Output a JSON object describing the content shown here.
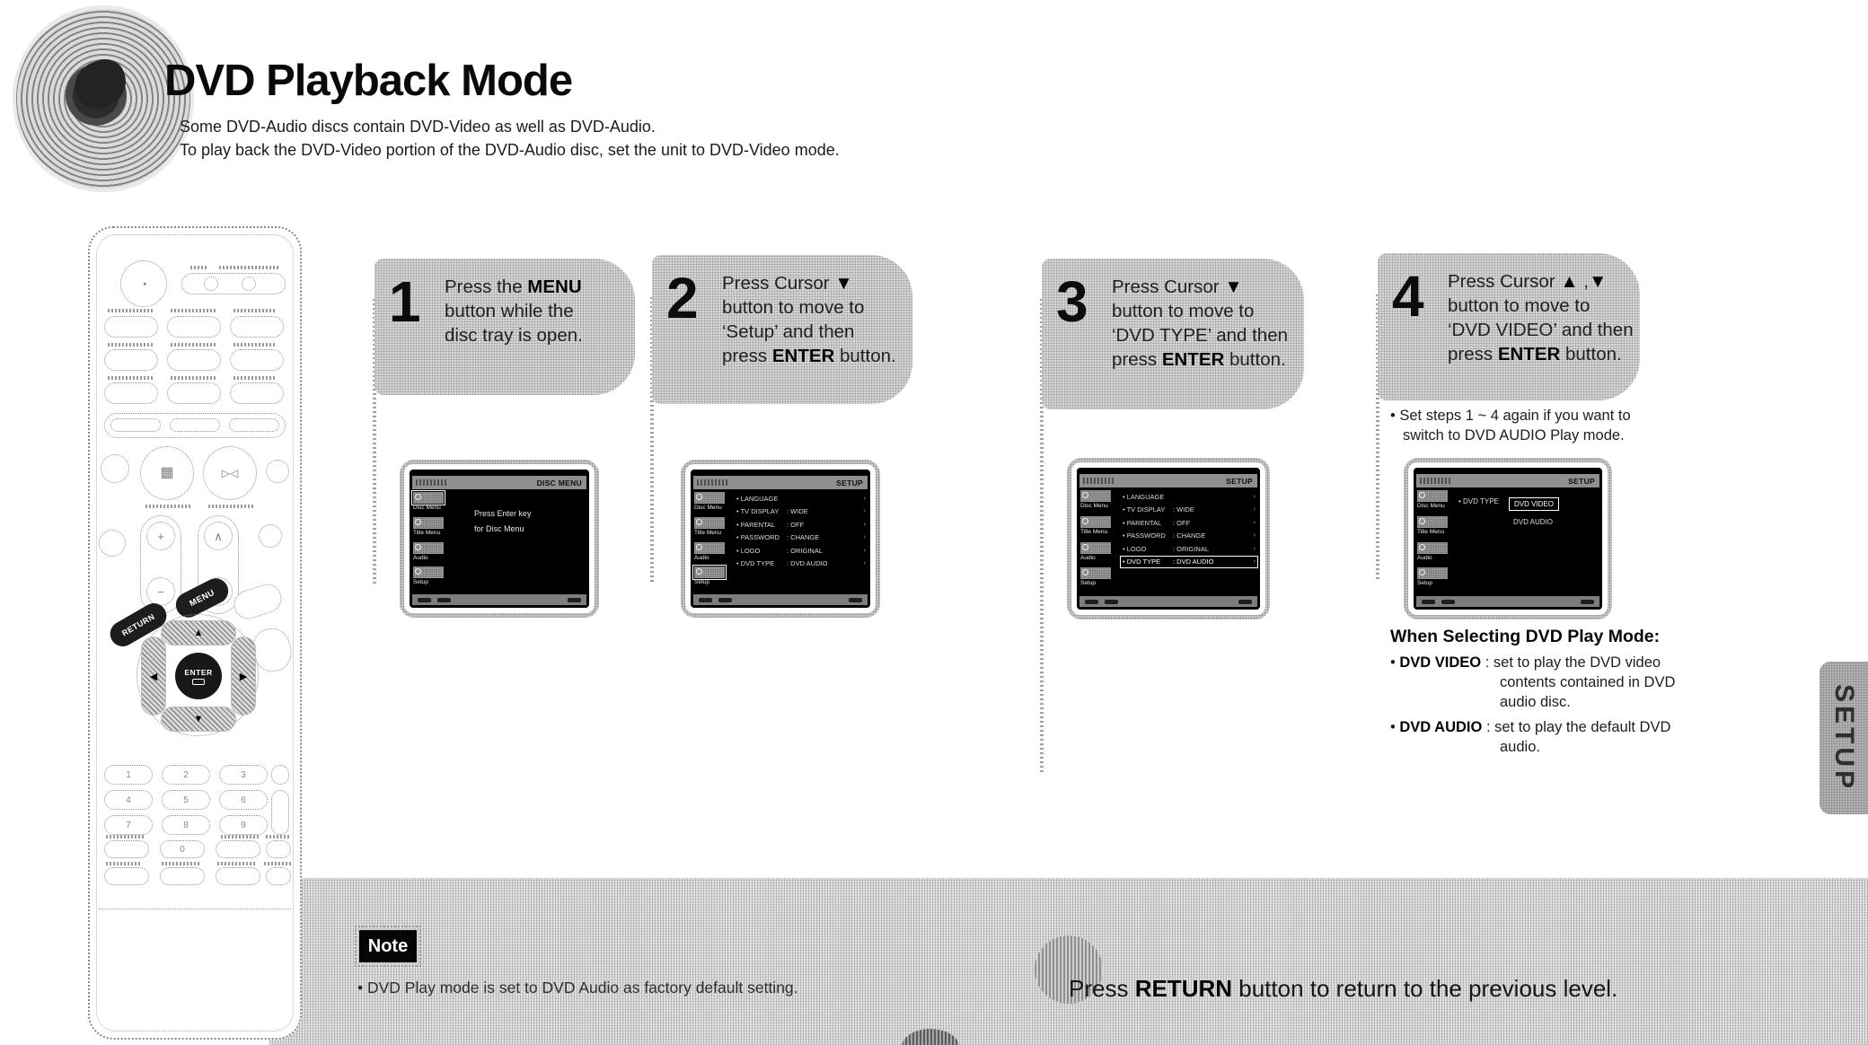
{
  "header": {
    "title": "DVD Playback Mode",
    "subtitle1": "Some DVD-Audio discs contain DVD-Video as well as DVD-Audio.",
    "subtitle2": "To play back the DVD-Video portion of the DVD-Audio disc, set the unit to DVD-Video mode."
  },
  "steps": [
    {
      "number": "1",
      "lines": [
        [
          {
            "t": "Press the "
          },
          {
            "t": "MENU",
            "b": true
          }
        ],
        [
          {
            "t": "button while the"
          }
        ],
        [
          {
            "t": "disc tray is open."
          }
        ]
      ]
    },
    {
      "number": "2",
      "lines": [
        [
          {
            "t": "Press Cursor "
          },
          {
            "t": "▼",
            "b": true
          }
        ],
        [
          {
            "t": "button to move to"
          }
        ],
        [
          {
            "t": "‘Setup’ and then"
          }
        ],
        [
          {
            "t": "press "
          },
          {
            "t": "ENTER",
            "b": true
          },
          {
            "t": " button."
          }
        ]
      ]
    },
    {
      "number": "3",
      "lines": [
        [
          {
            "t": "Press Cursor "
          },
          {
            "t": "▼",
            "b": true
          }
        ],
        [
          {
            "t": "button to move to"
          }
        ],
        [
          {
            "t": "‘DVD TYPE’ and then"
          }
        ],
        [
          {
            "t": "press "
          },
          {
            "t": "ENTER",
            "b": true
          },
          {
            "t": " button."
          }
        ]
      ]
    },
    {
      "number": "4",
      "lines": [
        [
          {
            "t": "Press Cursor "
          },
          {
            "t": "▲",
            "b": true
          },
          {
            "t": " ,"
          },
          {
            "t": "▼",
            "b": true
          }
        ],
        [
          {
            "t": "button to move to"
          }
        ],
        [
          {
            "t": "‘DVD VIDEO’ and then"
          }
        ],
        [
          {
            "t": "press "
          },
          {
            "t": "ENTER",
            "b": true
          },
          {
            "t": " button."
          }
        ]
      ]
    }
  ],
  "step4_note": [
    {
      "t": "• Set steps 1 ~ 4 again if you want to switch to DVD AUDIO Play mode."
    }
  ],
  "screens": {
    "sidebar_labels": [
      "Disc Menu",
      "Title Menu",
      "Audio",
      "Setup"
    ],
    "disc_menu": {
      "header_label": "DISC MENU",
      "line1": "Press Enter key",
      "line2": "for Disc Menu"
    },
    "setup_header_label": "SETUP",
    "setup_rows": [
      {
        "name": "LANGUAGE",
        "value": ""
      },
      {
        "name": "TV DISPLAY",
        "value": "WIDE"
      },
      {
        "name": "PARENTAL",
        "value": "OFF"
      },
      {
        "name": "PASSWORD",
        "value": "CHANGE"
      },
      {
        "name": "LOGO",
        "value": "ORIGINAL"
      },
      {
        "name": "DVD TYPE",
        "value": "DVD AUDIO"
      }
    ],
    "dvd_type": {
      "row_name": "DVD TYPE",
      "options": [
        "DVD VIDEO",
        "DVD AUDIO"
      ]
    }
  },
  "when_selecting": {
    "heading": "When Selecting DVD Play Mode:",
    "items": [
      [
        {
          "t": "• "
        },
        {
          "t": "DVD VIDEO",
          "b": true
        },
        {
          "t": " : set to play the DVD video contents contained in DVD audio disc."
        }
      ],
      [
        {
          "t": "• "
        },
        {
          "t": "DVD AUDIO",
          "b": true
        },
        {
          "t": " : set to play the default DVD audio."
        }
      ]
    ]
  },
  "note": {
    "badge": "Note",
    "text": "• DVD Play mode is set to DVD Audio as factory default setting."
  },
  "footer": [
    {
      "t": "Press "
    },
    {
      "t": "RETURN",
      "b": true
    },
    {
      "t": " button to return to the previous level."
    }
  ],
  "side_tab": "SETUP",
  "remote": {
    "menu_label": "MENU",
    "return_label": "RETURN",
    "enter_label": "ENTER",
    "keypad": [
      "1",
      "2",
      "3",
      "4",
      "5",
      "6",
      "7",
      "8",
      "9",
      "0"
    ]
  }
}
